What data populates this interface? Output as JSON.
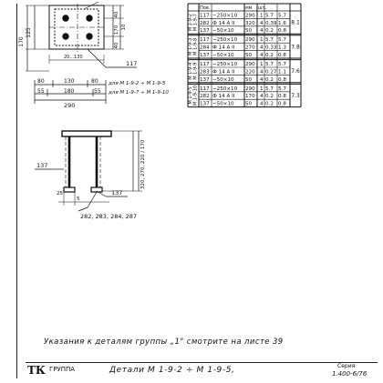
{
  "sheet_refs": [
    "М 1-9-2",
    "М 1-9-3",
    "М 1-9-4",
    "М 1-9-5"
  ],
  "detail_dimensions": {
    "top_height": "125",
    "overall_height": "170",
    "right_small": "40",
    "right_170": "170",
    "right_40": "40",
    "right_10": "10",
    "bottom_range": "20...130",
    "part_117": "117",
    "row1": [
      "80",
      "130",
      "80",
      "для  М 1-9-2 ÷ М 1-9-5"
    ],
    "row2": [
      "55",
      "180",
      "55",
      "для  М 1-9-7 ÷ М 1-9-10"
    ],
    "total_width": "290",
    "part_137_left": "137",
    "part_137_bottom": "137",
    "small_25": "25",
    "small_5": "5",
    "vertical_range": "320, 270, 220 / 170",
    "bottom_label": "282, 283, 284, 287"
  },
  "table": {
    "headers": [
      "Пов.",
      "",
      "мм",
      "шт.",
      "",
      ""
    ],
    "groups": [
      {
        "label": "М 1-9-2\nМ 1-9-7",
        "rows": [
          [
            "117",
            "−250×10",
            "290",
            "1",
            "5.7",
            "5.7"
          ],
          [
            "282",
            "Ф 14 А II",
            "320",
            "4",
            "0.39",
            "1.6"
          ],
          [
            "137",
            "−50×10",
            "50",
            "4",
            "0.2",
            "0.8"
          ]
        ],
        "total": "8.1"
      },
      {
        "label": "М 1-9-3\nМ 1-9-8",
        "rows": [
          [
            "117",
            "−250×10",
            "290",
            "1",
            "5.7",
            "5.7"
          ],
          [
            "284",
            "Ф 14 А II",
            "270",
            "4",
            "0.33",
            "1.3"
          ],
          [
            "137",
            "−50×10",
            "50",
            "4",
            "0.2",
            "0.8"
          ]
        ],
        "total": "7.8"
      },
      {
        "label": "М 1-9-4\nМ 1-9-9",
        "rows": [
          [
            "117",
            "−250×10",
            "290",
            "1",
            "5.7",
            "5.7"
          ],
          [
            "283",
            "Ф 14 А II",
            "220",
            "4",
            "0.27",
            "1.1"
          ],
          [
            "137",
            "−50×10",
            "50",
            "4",
            "0.2",
            "0.8"
          ]
        ],
        "total": "7.6"
      },
      {
        "label": "М 1-9-5\nМ 1-9-10",
        "rows": [
          [
            "117",
            "−250×10",
            "290",
            "1",
            "5.7",
            "5.7"
          ],
          [
            "282",
            "Ф 14 А II",
            "170",
            "4",
            "0.2",
            "0.8"
          ],
          [
            "137",
            "−50×10",
            "50",
            "4",
            "0.2",
            "0.8"
          ]
        ],
        "total": "7.3"
      }
    ]
  },
  "note": "Указания  к деталям  группы  „1\"  смотрите  на  листе  39",
  "title_block": {
    "tk": "ТК",
    "group": "ГРУППА",
    "title": "Детали  М 1-9-2 ÷ М 1-9-5,",
    "series_label": "Серия",
    "code": "1.400-6/76"
  }
}
